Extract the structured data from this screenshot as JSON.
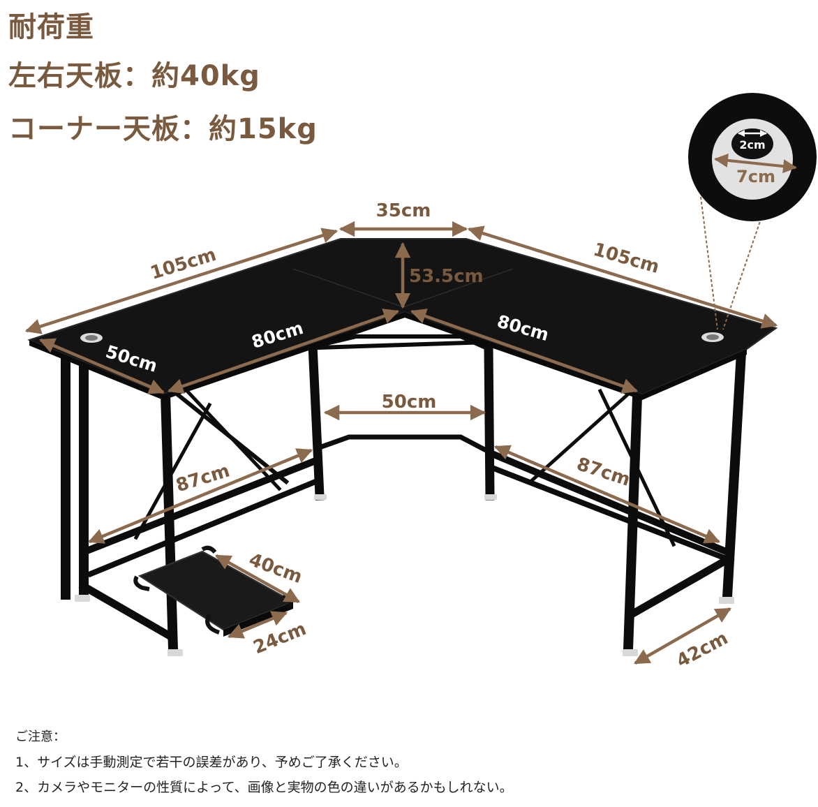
{
  "titles": {
    "heading": "耐荷重",
    "side_panels": "左右天板：約40kg",
    "corner_panel": "コーナー天板：約15kg"
  },
  "dimensions": {
    "left_length": "105cm",
    "back_width": "35cm",
    "right_length": "105cm",
    "corner_depth": "53.5cm",
    "left_inner": "80cm",
    "right_inner": "80cm",
    "left_depth": "50cm",
    "inner_leg_span": "50cm",
    "left_height": "87cm",
    "right_height": "87cm",
    "cpu_stand_length": "40cm",
    "cpu_stand_width": "24cm",
    "right_leg_depth": "42cm",
    "grommet_outer": "7cm",
    "grommet_inner": "2cm"
  },
  "notes": {
    "heading": "ご注意：",
    "line1": "1、サイズは手動測定で若干の誤差があり、予めご了承ください。",
    "line2": "2、カメラやモニターの性質によって、画像と実物の色の違いがあるかもしれない。"
  },
  "colors": {
    "title": "#7a5a3e",
    "arrow": "#8b6a4e",
    "desk": "#111111",
    "frame": "#0c0c0c"
  }
}
